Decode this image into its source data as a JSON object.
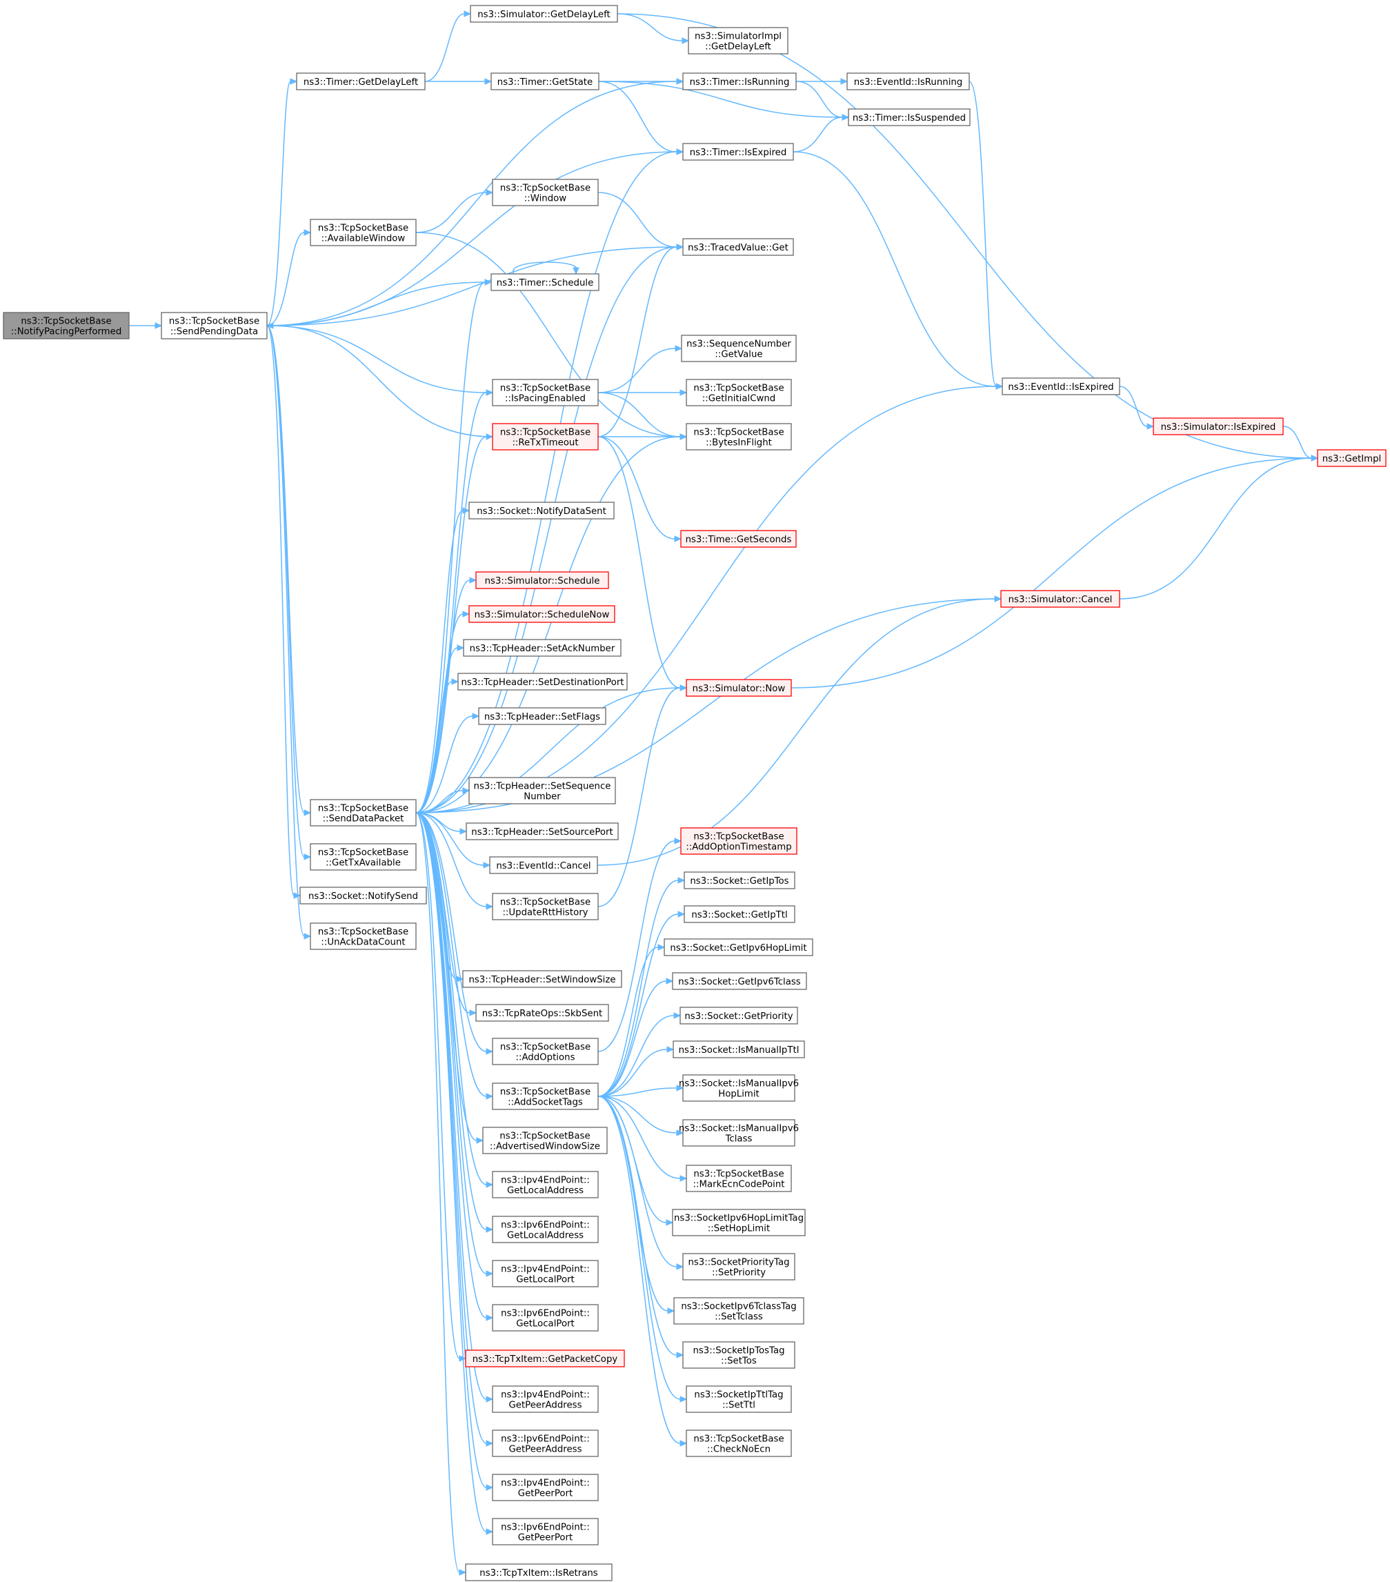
{
  "graph": {
    "colors": {
      "edge": "#63b8ff",
      "node_border": "#666666",
      "node_fill": "#ffffff",
      "root_fill": "#999999",
      "truncated_border": "#ff0000",
      "truncated_fill": "#fff0f0"
    },
    "nodes": [
      {
        "id": "notify_pacing",
        "lines": [
          "ns3::TcpSocketBase",
          "::NotifyPacingPerformed"
        ],
        "style": "root"
      },
      {
        "id": "send_pending",
        "lines": [
          "ns3::TcpSocketBase",
          "::SendPendingData"
        ],
        "style": "normal"
      },
      {
        "id": "sim_getdelayleft",
        "lines": [
          "ns3::Simulator::GetDelayLeft"
        ],
        "style": "normal"
      },
      {
        "id": "simimpl_getdelayleft",
        "lines": [
          "ns3::SimulatorImpl",
          "::GetDelayLeft"
        ],
        "style": "normal"
      },
      {
        "id": "timer_getdelayleft",
        "lines": [
          "ns3::Timer::GetDelayLeft"
        ],
        "style": "normal"
      },
      {
        "id": "timer_getstate",
        "lines": [
          "ns3::Timer::GetState"
        ],
        "style": "normal"
      },
      {
        "id": "timer_isrunning",
        "lines": [
          "ns3::Timer::IsRunning"
        ],
        "style": "normal"
      },
      {
        "id": "eventid_isrunning",
        "lines": [
          "ns3::EventId::IsRunning"
        ],
        "style": "normal"
      },
      {
        "id": "timer_issuspended",
        "lines": [
          "ns3::Timer::IsSuspended"
        ],
        "style": "normal"
      },
      {
        "id": "timer_isexpired",
        "lines": [
          "ns3::Timer::IsExpired"
        ],
        "style": "normal"
      },
      {
        "id": "tsb_window",
        "lines": [
          "ns3::TcpSocketBase",
          "::Window"
        ],
        "style": "normal"
      },
      {
        "id": "tsb_availablewindow",
        "lines": [
          "ns3::TcpSocketBase",
          "::AvailableWindow"
        ],
        "style": "normal"
      },
      {
        "id": "tracedvalue_get",
        "lines": [
          "ns3::TracedValue::Get"
        ],
        "style": "normal"
      },
      {
        "id": "timer_schedule",
        "lines": [
          "ns3::Timer::Schedule"
        ],
        "style": "normal"
      },
      {
        "id": "seqnum_getvalue",
        "lines": [
          "ns3::SequenceNumber",
          "::GetValue"
        ],
        "style": "normal"
      },
      {
        "id": "tsb_ispacingenabled",
        "lines": [
          "ns3::TcpSocketBase",
          "::IsPacingEnabled"
        ],
        "style": "normal"
      },
      {
        "id": "tsb_getinitialcwnd",
        "lines": [
          "ns3::TcpSocketBase",
          "::GetInitialCwnd"
        ],
        "style": "normal"
      },
      {
        "id": "eventid_isexpired",
        "lines": [
          "ns3::EventId::IsExpired"
        ],
        "style": "normal"
      },
      {
        "id": "tsb_retxtimeout",
        "lines": [
          "ns3::TcpSocketBase",
          "::ReTxTimeout"
        ],
        "style": "red"
      },
      {
        "id": "tsb_bytesinflight",
        "lines": [
          "ns3::TcpSocketBase",
          "::BytesInFlight"
        ],
        "style": "normal"
      },
      {
        "id": "sim_isexpired",
        "lines": [
          "ns3::Simulator::IsExpired"
        ],
        "style": "red"
      },
      {
        "id": "getimpl",
        "lines": [
          "ns3::GetImpl"
        ],
        "style": "red"
      },
      {
        "id": "socket_notifydatasent",
        "lines": [
          "ns3::Socket::NotifyDataSent"
        ],
        "style": "normal"
      },
      {
        "id": "time_getseconds",
        "lines": [
          "ns3::Time::GetSeconds"
        ],
        "style": "red"
      },
      {
        "id": "sim_schedule",
        "lines": [
          "ns3::Simulator::Schedule"
        ],
        "style": "red"
      },
      {
        "id": "sim_schedulenow",
        "lines": [
          "ns3::Simulator::ScheduleNow"
        ],
        "style": "red"
      },
      {
        "id": "sim_cancel",
        "lines": [
          "ns3::Simulator::Cancel"
        ],
        "style": "red"
      },
      {
        "id": "th_setacknumber",
        "lines": [
          "ns3::TcpHeader::SetAckNumber"
        ],
        "style": "normal"
      },
      {
        "id": "th_setdestinationport",
        "lines": [
          "ns3::TcpHeader::SetDestinationPort"
        ],
        "style": "normal"
      },
      {
        "id": "sim_now",
        "lines": [
          "ns3::Simulator::Now"
        ],
        "style": "red"
      },
      {
        "id": "th_setflags",
        "lines": [
          "ns3::TcpHeader::SetFlags"
        ],
        "style": "normal"
      },
      {
        "id": "tsb_senddatapacket",
        "lines": [
          "ns3::TcpSocketBase",
          "::SendDataPacket"
        ],
        "style": "normal"
      },
      {
        "id": "th_setsequencenumber",
        "lines": [
          "ns3::TcpHeader::SetSequence",
          "Number"
        ],
        "style": "normal"
      },
      {
        "id": "th_setsourceport",
        "lines": [
          "ns3::TcpHeader::SetSourcePort"
        ],
        "style": "normal"
      },
      {
        "id": "tsb_addoptiontimestamp",
        "lines": [
          "ns3::TcpSocketBase",
          "::AddOptionTimestamp"
        ],
        "style": "red"
      },
      {
        "id": "tsb_gettxavailable",
        "lines": [
          "ns3::TcpSocketBase",
          "::GetTxAvailable"
        ],
        "style": "normal"
      },
      {
        "id": "eventid_cancel",
        "lines": [
          "ns3::EventId::Cancel"
        ],
        "style": "normal"
      },
      {
        "id": "socket_getiptos",
        "lines": [
          "ns3::Socket::GetIpTos"
        ],
        "style": "normal"
      },
      {
        "id": "socket_notifysend",
        "lines": [
          "ns3::Socket::NotifySend"
        ],
        "style": "normal"
      },
      {
        "id": "tsb_updatertthistory",
        "lines": [
          "ns3::TcpSocketBase",
          "::UpdateRttHistory"
        ],
        "style": "normal"
      },
      {
        "id": "socket_getipttl",
        "lines": [
          "ns3::Socket::GetIpTtl"
        ],
        "style": "normal"
      },
      {
        "id": "tsb_unackdatacount",
        "lines": [
          "ns3::TcpSocketBase",
          "::UnAckDataCount"
        ],
        "style": "normal"
      },
      {
        "id": "socket_getipv6hoplimit",
        "lines": [
          "ns3::Socket::GetIpv6HopLimit"
        ],
        "style": "normal"
      },
      {
        "id": "th_setwindowsize",
        "lines": [
          "ns3::TcpHeader::SetWindowSize"
        ],
        "style": "normal"
      },
      {
        "id": "socket_getipv6tclass",
        "lines": [
          "ns3::Socket::GetIpv6Tclass"
        ],
        "style": "normal"
      },
      {
        "id": "tcprateops_skbsent",
        "lines": [
          "ns3::TcpRateOps::SkbSent"
        ],
        "style": "normal"
      },
      {
        "id": "socket_getpriority",
        "lines": [
          "ns3::Socket::GetPriority"
        ],
        "style": "normal"
      },
      {
        "id": "tsb_addoptions",
        "lines": [
          "ns3::TcpSocketBase",
          "::AddOptions"
        ],
        "style": "normal"
      },
      {
        "id": "socket_ismanualipttl",
        "lines": [
          "ns3::Socket::IsManualIpTtl"
        ],
        "style": "normal"
      },
      {
        "id": "tsb_addsockettags",
        "lines": [
          "ns3::TcpSocketBase",
          "::AddSocketTags"
        ],
        "style": "normal"
      },
      {
        "id": "socket_ismanualipv6hoplimit",
        "lines": [
          "ns3::Socket::IsManualIpv6",
          "HopLimit"
        ],
        "style": "normal"
      },
      {
        "id": "socket_ismanualipv6tclass",
        "lines": [
          "ns3::Socket::IsManualIpv6",
          "Tclass"
        ],
        "style": "normal"
      },
      {
        "id": "tsb_advertisedwindowsize",
        "lines": [
          "ns3::TcpSocketBase",
          "::AdvertisedWindowSize"
        ],
        "style": "normal"
      },
      {
        "id": "tsb_markecncodepoint",
        "lines": [
          "ns3::TcpSocketBase",
          "::MarkEcnCodePoint"
        ],
        "style": "normal"
      },
      {
        "id": "ipv4ep_getlocaladdress",
        "lines": [
          "ns3::Ipv4EndPoint::",
          "GetLocalAddress"
        ],
        "style": "normal"
      },
      {
        "id": "sockipv6hoplimittag_sethoplimit",
        "lines": [
          "ns3::SocketIpv6HopLimitTag",
          "::SetHopLimit"
        ],
        "style": "normal"
      },
      {
        "id": "ipv6ep_getlocaladdress",
        "lines": [
          "ns3::Ipv6EndPoint::",
          "GetLocalAddress"
        ],
        "style": "normal"
      },
      {
        "id": "socketprioritytag_setpriority",
        "lines": [
          "ns3::SocketPriorityTag",
          "::SetPriority"
        ],
        "style": "normal"
      },
      {
        "id": "ipv4ep_getlocalport",
        "lines": [
          "ns3::Ipv4EndPoint::",
          "GetLocalPort"
        ],
        "style": "normal"
      },
      {
        "id": "sockipv6tclasstag_settclass",
        "lines": [
          "ns3::SocketIpv6TclassTag",
          "::SetTclass"
        ],
        "style": "normal"
      },
      {
        "id": "ipv6ep_getlocalport",
        "lines": [
          "ns3::Ipv6EndPoint::",
          "GetLocalPort"
        ],
        "style": "normal"
      },
      {
        "id": "tcptxitem_getpacketcopy",
        "lines": [
          "ns3::TcpTxItem::GetPacketCopy"
        ],
        "style": "red"
      },
      {
        "id": "socketiptostag_settos",
        "lines": [
          "ns3::SocketIpTosTag",
          "::SetTos"
        ],
        "style": "normal"
      },
      {
        "id": "ipv4ep_getpeeraddress",
        "lines": [
          "ns3::Ipv4EndPoint::",
          "GetPeerAddress"
        ],
        "style": "normal"
      },
      {
        "id": "socketipttltag_setttl",
        "lines": [
          "ns3::SocketIpTtlTag",
          "::SetTtl"
        ],
        "style": "normal"
      },
      {
        "id": "ipv6ep_getpeeraddress",
        "lines": [
          "ns3::Ipv6EndPoint::",
          "GetPeerAddress"
        ],
        "style": "normal"
      },
      {
        "id": "tsb_checknoecn",
        "lines": [
          "ns3::TcpSocketBase",
          "::CheckNoEcn"
        ],
        "style": "normal"
      },
      {
        "id": "ipv4ep_getpeerport",
        "lines": [
          "ns3::Ipv4EndPoint::",
          "GetPeerPort"
        ],
        "style": "normal"
      },
      {
        "id": "ipv6ep_getpeerport",
        "lines": [
          "ns3::Ipv6EndPoint::",
          "GetPeerPort"
        ],
        "style": "normal"
      },
      {
        "id": "tcptxitem_isretrans",
        "lines": [
          "ns3::TcpTxItem::IsRetrans"
        ],
        "style": "normal"
      }
    ],
    "edges": [
      [
        "notify_pacing",
        "send_pending"
      ],
      [
        "send_pending",
        "timer_getdelayleft"
      ],
      [
        "send_pending",
        "timer_isrunning"
      ],
      [
        "send_pending",
        "timer_isexpired"
      ],
      [
        "send_pending",
        "tracedvalue_get"
      ],
      [
        "send_pending",
        "tsb_availablewindow"
      ],
      [
        "send_pending",
        "timer_schedule"
      ],
      [
        "send_pending",
        "tsb_ispacingenabled"
      ],
      [
        "send_pending",
        "tsb_senddatapacket"
      ],
      [
        "send_pending",
        "tsb_gettxavailable"
      ],
      [
        "send_pending",
        "socket_notifysend"
      ],
      [
        "send_pending",
        "tsb_unackdatacount"
      ],
      [
        "sim_getdelayleft",
        "simimpl_getdelayleft"
      ],
      [
        "sim_getdelayleft",
        "getimpl"
      ],
      [
        "timer_getdelayleft",
        "sim_getdelayleft"
      ],
      [
        "timer_getdelayleft",
        "timer_getstate"
      ],
      [
        "timer_getstate",
        "timer_isrunning"
      ],
      [
        "timer_getstate",
        "timer_issuspended"
      ],
      [
        "timer_getstate",
        "timer_isexpired"
      ],
      [
        "timer_isrunning",
        "eventid_isrunning"
      ],
      [
        "timer_isrunning",
        "timer_issuspended"
      ],
      [
        "eventid_isrunning",
        "eventid_isexpired"
      ],
      [
        "timer_isexpired",
        "timer_issuspended"
      ],
      [
        "timer_isexpired",
        "eventid_isexpired"
      ],
      [
        "tsb_availablewindow",
        "tsb_window"
      ],
      [
        "tsb_availablewindow",
        "tsb_bytesinflight"
      ],
      [
        "tsb_window",
        "tracedvalue_get"
      ],
      [
        "timer_schedule",
        "timer_schedule"
      ],
      [
        "tsb_ispacingenabled",
        "seqnum_getvalue"
      ],
      [
        "tsb_ispacingenabled",
        "tsb_getinitialcwnd"
      ],
      [
        "tsb_ispacingenabled",
        "tsb_bytesinflight"
      ],
      [
        "tsb_retxtimeout",
        "send_pending"
      ],
      [
        "tsb_retxtimeout",
        "tracedvalue_get"
      ],
      [
        "tsb_retxtimeout",
        "tsb_bytesinflight"
      ],
      [
        "tsb_retxtimeout",
        "time_getseconds"
      ],
      [
        "tsb_retxtimeout",
        "sim_now"
      ],
      [
        "eventid_isexpired",
        "sim_isexpired"
      ],
      [
        "sim_isexpired",
        "getimpl"
      ],
      [
        "sim_cancel",
        "getimpl"
      ],
      [
        "sim_now",
        "getimpl"
      ],
      [
        "tsb_senddatapacket",
        "timer_isexpired"
      ],
      [
        "tsb_senddatapacket",
        "tracedvalue_get"
      ],
      [
        "tsb_senddatapacket",
        "timer_schedule"
      ],
      [
        "tsb_senddatapacket",
        "tsb_ispacingenabled"
      ],
      [
        "tsb_senddatapacket",
        "tsb_retxtimeout"
      ],
      [
        "tsb_senddatapacket",
        "eventid_isexpired"
      ],
      [
        "tsb_senddatapacket",
        "tsb_bytesinflight"
      ],
      [
        "tsb_senddatapacket",
        "socket_notifydatasent"
      ],
      [
        "tsb_senddatapacket",
        "sim_schedule"
      ],
      [
        "tsb_senddatapacket",
        "sim_schedulenow"
      ],
      [
        "tsb_senddatapacket",
        "sim_cancel"
      ],
      [
        "tsb_senddatapacket",
        "th_setacknumber"
      ],
      [
        "tsb_senddatapacket",
        "th_setdestinationport"
      ],
      [
        "tsb_senddatapacket",
        "sim_now"
      ],
      [
        "tsb_senddatapacket",
        "th_setflags"
      ],
      [
        "tsb_senddatapacket",
        "th_setsequencenumber"
      ],
      [
        "tsb_senddatapacket",
        "th_setsourceport"
      ],
      [
        "tsb_senddatapacket",
        "eventid_cancel"
      ],
      [
        "tsb_senddatapacket",
        "tsb_updatertthistory"
      ],
      [
        "tsb_senddatapacket",
        "th_setwindowsize"
      ],
      [
        "tsb_senddatapacket",
        "tcprateops_skbsent"
      ],
      [
        "tsb_senddatapacket",
        "tsb_addoptions"
      ],
      [
        "tsb_senddatapacket",
        "tsb_addsockettags"
      ],
      [
        "tsb_senddatapacket",
        "tsb_advertisedwindowsize"
      ],
      [
        "tsb_senddatapacket",
        "ipv4ep_getlocaladdress"
      ],
      [
        "tsb_senddatapacket",
        "ipv6ep_getlocaladdress"
      ],
      [
        "tsb_senddatapacket",
        "ipv4ep_getlocalport"
      ],
      [
        "tsb_senddatapacket",
        "ipv6ep_getlocalport"
      ],
      [
        "tsb_senddatapacket",
        "tcptxitem_getpacketcopy"
      ],
      [
        "tsb_senddatapacket",
        "ipv4ep_getpeeraddress"
      ],
      [
        "tsb_senddatapacket",
        "ipv6ep_getpeeraddress"
      ],
      [
        "tsb_senddatapacket",
        "ipv4ep_getpeerport"
      ],
      [
        "tsb_senddatapacket",
        "ipv6ep_getpeerport"
      ],
      [
        "tsb_senddatapacket",
        "tcptxitem_isretrans"
      ],
      [
        "eventid_cancel",
        "sim_cancel"
      ],
      [
        "tsb_updatertthistory",
        "sim_now"
      ],
      [
        "tsb_addoptions",
        "tsb_addoptiontimestamp"
      ],
      [
        "tsb_addsockettags",
        "socket_getiptos"
      ],
      [
        "tsb_addsockettags",
        "socket_getipttl"
      ],
      [
        "tsb_addsockettags",
        "socket_getipv6hoplimit"
      ],
      [
        "tsb_addsockettags",
        "socket_getipv6tclass"
      ],
      [
        "tsb_addsockettags",
        "socket_getpriority"
      ],
      [
        "tsb_addsockettags",
        "socket_ismanualipttl"
      ],
      [
        "tsb_addsockettags",
        "socket_ismanualipv6hoplimit"
      ],
      [
        "tsb_addsockettags",
        "socket_ismanualipv6tclass"
      ],
      [
        "tsb_addsockettags",
        "tsb_markecncodepoint"
      ],
      [
        "tsb_addsockettags",
        "sockipv6hoplimittag_sethoplimit"
      ],
      [
        "tsb_addsockettags",
        "socketprioritytag_setpriority"
      ],
      [
        "tsb_addsockettags",
        "sockipv6tclasstag_settclass"
      ],
      [
        "tsb_addsockettags",
        "socketiptostag_settos"
      ],
      [
        "tsb_addsockettags",
        "socketipttltag_setttl"
      ],
      [
        "tsb_addsockettags",
        "tsb_checknoecn"
      ]
    ]
  }
}
